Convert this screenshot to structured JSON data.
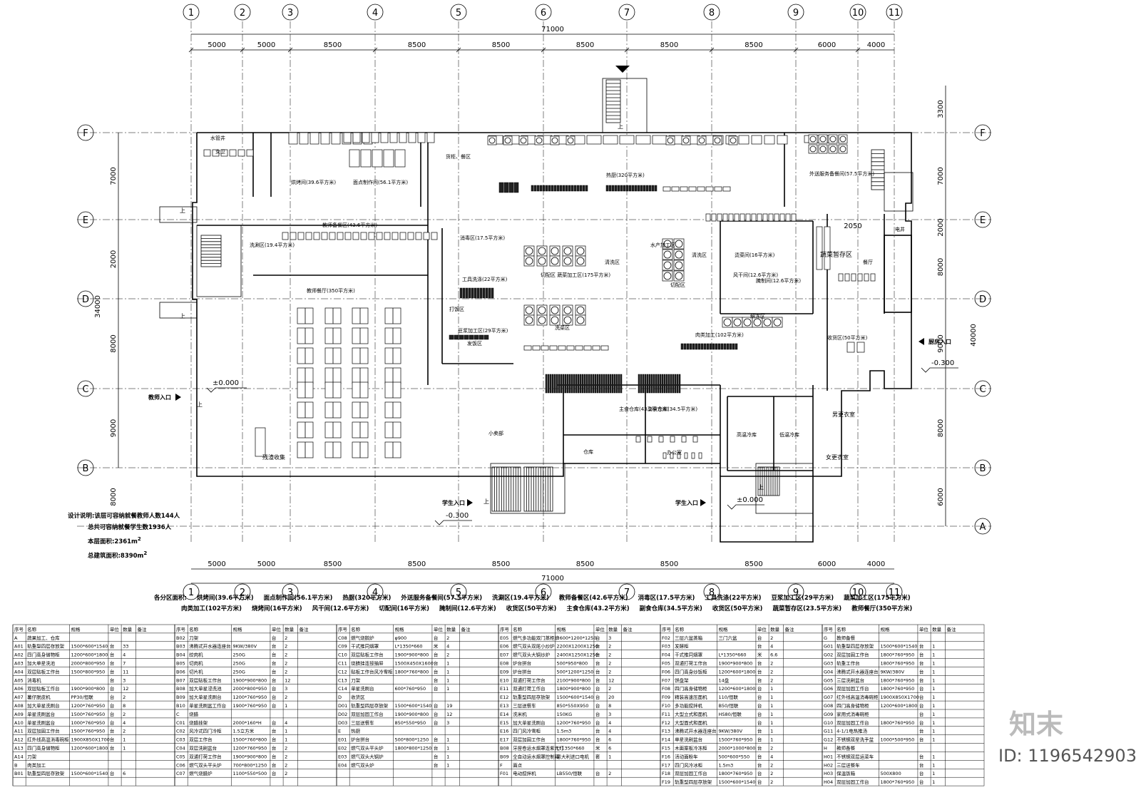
{
  "grid": {
    "columns": [
      "1",
      "2",
      "3",
      "4",
      "5",
      "6",
      "7",
      "8",
      "9",
      "10",
      "11"
    ],
    "rows": [
      "F",
      "E",
      "D",
      "C",
      "B",
      "A"
    ],
    "top_dims": [
      "5000",
      "5000",
      "8500",
      "8500",
      "8500",
      "8500",
      "8500",
      "8500",
      "6000",
      "4000"
    ],
    "total_width": "71000",
    "left_dims": [
      "7000",
      "2000",
      "8000",
      "9000",
      "8000"
    ],
    "left_total": "34000",
    "right_dims": [
      "3300",
      "7000",
      "2000",
      "8000",
      "9000",
      "8000",
      "6000"
    ],
    "right_total": "40000",
    "extra_dim": "2050"
  },
  "rooms": [
    {
      "id": "water-well",
      "label": "水管井"
    },
    {
      "id": "female-wc",
      "label": "女卫"
    },
    {
      "id": "bake",
      "label": "烘烤间(39.6平方米)"
    },
    {
      "id": "pastry",
      "label": "面点制作间(56.1平方米)"
    },
    {
      "id": "shelf-area",
      "label": "货柜、餐区"
    },
    {
      "id": "hot-kitchen",
      "label": "热厨(320平方米)"
    },
    {
      "id": "takeout-prep",
      "label": "外送服务备餐间(57.5平方米)"
    },
    {
      "id": "wash",
      "label": "洗涮区(19.4平方米)"
    },
    {
      "id": "teacher-prep",
      "label": "教师备餐区(43.6平方米)"
    },
    {
      "id": "disinfect",
      "label": "消毒区(17.5平方米)"
    },
    {
      "id": "tool-wash",
      "label": "工具洗涤(22平方米)"
    },
    {
      "id": "serve-area",
      "label": "打饭区"
    },
    {
      "id": "tofu",
      "label": "豆浆加工区(29平方米)"
    },
    {
      "id": "serve-area2",
      "label": "发饭区"
    },
    {
      "id": "veg-proc",
      "label": "切配区 蔬菜加工区(175平方米)"
    },
    {
      "id": "wash-area",
      "label": "洗菜区"
    },
    {
      "id": "clean-area",
      "label": "清洗区"
    },
    {
      "id": "aquatic",
      "label": "水产加工区"
    },
    {
      "id": "wash-area2",
      "label": "清洗区"
    },
    {
      "id": "cut-area",
      "label": "切配区"
    },
    {
      "id": "marinate",
      "label": "腌制间(12.6平方米)"
    },
    {
      "id": "cook-room",
      "label": "烫菜间(16平方米)"
    },
    {
      "id": "dry-room",
      "label": "风干间(12.6平方米)"
    },
    {
      "id": "thaw",
      "label": "解冻区"
    },
    {
      "id": "meat",
      "label": "肉类加工(102平方米)"
    },
    {
      "id": "veg-store",
      "label": "蔬菜暂存区"
    },
    {
      "id": "dining-hall",
      "label": "餐厅"
    },
    {
      "id": "elevator",
      "label": "电井"
    },
    {
      "id": "receive",
      "label": "收货区(50平方米)"
    },
    {
      "id": "teacher-hall",
      "label": "教师餐厅(350平方米)"
    },
    {
      "id": "waste",
      "label": "残渣收集"
    },
    {
      "id": "shop",
      "label": "小卖部"
    },
    {
      "id": "main-store",
      "label": "主食仓库(43.2平方米)"
    },
    {
      "id": "side-store",
      "label": "副食仓库(34.5平方米)"
    },
    {
      "id": "storage",
      "label": "仓库"
    },
    {
      "id": "office",
      "label": "办公室"
    },
    {
      "id": "hi-cold",
      "label": "高温冷库"
    },
    {
      "id": "lo-cold",
      "label": "低温冷库"
    },
    {
      "id": "male-locker",
      "label": "男更衣室"
    },
    {
      "id": "female-locker",
      "label": "女更衣室"
    }
  ],
  "entrances": {
    "teacher": "教师入口",
    "student1": "学生入口",
    "student2": "学生入口",
    "kitchen": "厨房入口",
    "up": "上"
  },
  "levels": {
    "main": "±0.000",
    "low1": "-0.300",
    "low2": "-0.300",
    "sub": "±0.000"
  },
  "notes": {
    "line1": "设计说明:该层可容纳就餐教师人数144人",
    "line2": "总共可容纳就餐学生数1936人",
    "line3": "本层面积:2361m",
    "line4": "总建筑面积:8390m",
    "sup": "2"
  },
  "summary": {
    "row1": [
      "各分区面积:",
      "烘烤间(39.6平方米)",
      "面点制作间(56.1平方米)",
      "热厨(320平方米)",
      "外送服务备餐间(57.5平方米)",
      "洗涮区(19.4平方米)",
      "教师备餐区(42.6平方米)",
      "消毒区(17.5平方米)",
      "工具洗涤(22平方米)",
      "豆浆加工区(29平方米)",
      "蔬菜加工区(175平方米)"
    ],
    "row2": [
      "肉类加工(102平方米)",
      "烧烤间(16平方米)",
      "风干间(12.6平方米)",
      "切配间(16平方米)",
      "腌制间(12.6平方米)",
      "收货区(50平方米)",
      "主食仓库(43.2平方米)",
      "副食仓库(34.5平方米)",
      "收货区(50平方米)",
      "蔬菜暂存区(23.5平方米)",
      "教师餐厅(350平方米)"
    ]
  },
  "table": {
    "headers": [
      "序号",
      "名称",
      "规格",
      "单位",
      "数量",
      "备注"
    ],
    "columns": [
      [
        [
          "A",
          "蔬果加工、仓库",
          "",
          "",
          "",
          ""
        ],
        [
          "A01",
          "轨重型四层存放架",
          "1500*600*1540",
          "台",
          "33",
          ""
        ],
        [
          "A02",
          "四门高身储物柜",
          "1200*600*1800",
          "台",
          "4",
          ""
        ],
        [
          "A03",
          "加大单星洗池",
          "2000*800*950",
          "台",
          "7",
          ""
        ],
        [
          "A04",
          "双层贴板工作台",
          "1500*800*950",
          "台",
          "11",
          ""
        ],
        [
          "A05",
          "消毒机",
          "",
          "台",
          "3",
          ""
        ],
        [
          "A06",
          "双层贴板工作台",
          "1900*900*800",
          "台",
          "12",
          ""
        ],
        [
          "A07",
          "薯仔脱皮机",
          "PP30/恒联",
          "台",
          "2",
          ""
        ],
        [
          "A08",
          "加大单星洗刷台",
          "1200*760*950",
          "台",
          "8",
          ""
        ],
        [
          "A09",
          "单星洗刷盆台",
          "1500*760*950",
          "台",
          "2",
          ""
        ],
        [
          "A10",
          "单星洗刷盆台",
          "1000*760*950",
          "台",
          "4",
          ""
        ],
        [
          "A11",
          "双层加固工作台",
          "1500*760*950",
          "台",
          "2",
          ""
        ],
        [
          "A12",
          "红外线高温消毒碗柜",
          "1900X850X1700",
          "台",
          "1",
          ""
        ],
        [
          "A13",
          "四门高身储物柜",
          "1200*600*1800",
          "台",
          "1",
          ""
        ],
        [
          "A14",
          "刀架",
          "",
          "",
          "",
          ""
        ],
        [
          "B",
          "肉类加工",
          "",
          "",
          "",
          ""
        ],
        [
          "B01",
          "轨重型四层存放架",
          "1500*600*1540",
          "台",
          "6",
          ""
        ]
      ],
      [
        [
          "B02",
          "刀架",
          "",
          "台",
          "2",
          ""
        ],
        [
          "B03",
          "沸腾式开水器连座台",
          "9KW/380V",
          "台",
          "2",
          ""
        ],
        [
          "B04",
          "绞肉机",
          "250G",
          "台",
          "2",
          ""
        ],
        [
          "B05",
          "切肉机",
          "250G",
          "台",
          "2",
          ""
        ],
        [
          "B06",
          "切片机",
          "250G",
          "台",
          "2",
          ""
        ],
        [
          "B07",
          "双层贴板工作台",
          "1900*900*800",
          "台",
          "12",
          ""
        ],
        [
          "B08",
          "加大单星浸洗池",
          "2000*800*950",
          "台",
          "3",
          ""
        ],
        [
          "B09",
          "加大单星洗刷台",
          "1200*760*950",
          "台",
          "2",
          ""
        ],
        [
          "B10",
          "单星洗刷盆工作台",
          "1900*760*950",
          "台",
          "1",
          ""
        ],
        [
          "C",
          "烧腊",
          "",
          "",
          "",
          ""
        ],
        [
          "C01",
          "烧腊挂架",
          "2000*160*H",
          "台",
          "4",
          ""
        ],
        [
          "C02",
          "风冷式四门冷柜",
          "1.5立方米",
          "台",
          "1",
          ""
        ],
        [
          "C03",
          "双层工作台",
          "1500*760*800",
          "台",
          "1",
          ""
        ],
        [
          "C04",
          "双层洗刷盆台",
          "1200*760*950",
          "台",
          "2",
          ""
        ],
        [
          "C05",
          "双通打荷工作台",
          "1900*900*800",
          "台",
          "2",
          ""
        ],
        [
          "C06",
          "燃气双头平头炉",
          "700*800*1250",
          "台",
          "2",
          ""
        ],
        [
          "C07",
          "燃气烧腊炉",
          "1100*550*500",
          "台",
          "2",
          ""
        ]
      ],
      [
        [
          "C08",
          "燃气烧鹅炉",
          "φ900",
          "台",
          "2",
          ""
        ],
        [
          "C09",
          "干式推同烟罩",
          "L*1350*660",
          "米",
          "4",
          ""
        ],
        [
          "C10",
          "双层贴板工作台",
          "1900*900*800",
          "台",
          "2",
          ""
        ],
        [
          "C11",
          "烧腊挂连接抽屉",
          "1500X450X1600",
          "台",
          "1",
          ""
        ],
        [
          "C12",
          "贴板工作台风冷雪柜",
          "1800*760*800",
          "台",
          "1",
          ""
        ],
        [
          "C13",
          "刀架",
          "",
          "台",
          "1",
          ""
        ],
        [
          "C14",
          "单星洗刷台",
          "600*760*950",
          "台",
          "1",
          ""
        ],
        [
          "D",
          "收货区",
          "",
          "",
          "",
          ""
        ],
        [
          "D01",
          "轨重型四层存放架",
          "1500*600*1540",
          "台",
          "19",
          ""
        ],
        [
          "D02",
          "双层加固工作台",
          "1900*900*800",
          "台",
          "12",
          ""
        ],
        [
          "D03",
          "三层送餐车",
          "850*550*950",
          "台",
          "3",
          ""
        ],
        [
          "E",
          "热厨",
          "",
          "",
          "",
          ""
        ],
        [
          "E01",
          "炉台拼台",
          "500*800*1250",
          "台",
          "1",
          ""
        ],
        [
          "E02",
          "燃气双头平头炉",
          "1800*800*1250",
          "台",
          "1",
          ""
        ],
        [
          "E03",
          "燃气双头大锅炉",
          "",
          "台",
          "1",
          ""
        ],
        [
          "E04",
          "燃气双头炉",
          "",
          "台",
          "1",
          ""
        ]
      ],
      [
        [
          "E05",
          "燃气多功能双门蒸柜炉",
          "1600*1200*1250",
          "台",
          "3",
          ""
        ],
        [
          "E06",
          "燃气双头双尾小炒炉",
          "2200X1200X1250",
          "台",
          "2",
          ""
        ],
        [
          "E07",
          "燃气双头大锅炒炉",
          "2400X1250X1250",
          "台",
          "2",
          ""
        ],
        [
          "E08",
          "炉台拼台",
          "500*950*800",
          "台",
          "2",
          ""
        ],
        [
          "E09",
          "炉台拼台",
          "500*1200*1250",
          "台",
          "2",
          ""
        ],
        [
          "E10",
          "双通打荷工作台",
          "2100*900*800",
          "台",
          "12",
          ""
        ],
        [
          "E11",
          "双通打荷工作台",
          "1800*900*800",
          "台",
          "2",
          ""
        ],
        [
          "E12",
          "轨重型四层存放架",
          "1500*600*1540",
          "台",
          "20",
          ""
        ],
        [
          "E13",
          "三层送餐车",
          "850*550X950",
          "台",
          "8",
          ""
        ],
        [
          "E14",
          "洗米机",
          "150KG",
          "台",
          "3",
          ""
        ],
        [
          "E15",
          "加大单星洗刷台",
          "1200*760*950",
          "台",
          "4",
          ""
        ],
        [
          "E16",
          "四门风冷雪柜",
          "1.5m3",
          "台",
          "4",
          ""
        ],
        [
          "E17",
          "双层加固工作台",
          "1800*760*950",
          "台",
          "6",
          ""
        ],
        [
          "B08",
          "牙屋卷运水烟罩连紫光灯",
          "L*1350*660",
          "米",
          "6",
          ""
        ],
        [
          "B09",
          "全自动运水烟罩控制箱",
          "意大利进口电机",
          "套",
          "1",
          ""
        ],
        [
          "F",
          "面点",
          "",
          "",
          "",
          ""
        ],
        [
          "F01",
          "电动搅拌机",
          "LB550/恒联",
          "台",
          "2",
          ""
        ]
      ],
      [
        [
          "F02",
          "三层六盆蒸箱",
          "三门六盆",
          "台",
          "2",
          ""
        ],
        [
          "F03",
          "发酵柜",
          "",
          "台",
          "4",
          ""
        ],
        [
          "F04",
          "干式推同烟罩",
          "L*1350*660",
          "米",
          "6.6",
          ""
        ],
        [
          "F05",
          "双通打荷工作台",
          "1900*900*800",
          "台",
          "2",
          ""
        ],
        [
          "F06",
          "四门高身炒饭柜",
          "1200*600*1800",
          "台",
          "2",
          ""
        ],
        [
          "F07",
          "饼盘架",
          "14盘",
          "台",
          "2",
          ""
        ],
        [
          "F08",
          "四门高身储物柜",
          "1200*600*1800",
          "台",
          "1",
          ""
        ],
        [
          "F09",
          "精装高速压面机",
          "110/恒联",
          "台",
          "1",
          ""
        ],
        [
          "F10",
          "多功能搅拌机",
          "B50/恒联",
          "台",
          "1",
          ""
        ],
        [
          "F11",
          "大型立式和面机",
          "HS80/恒联",
          "台",
          "1",
          ""
        ],
        [
          "F12",
          "大型面式和面机",
          "",
          "台",
          "1",
          ""
        ],
        [
          "F13",
          "沸腾式开水器连座台",
          "9KW/380V",
          "台",
          "1",
          ""
        ],
        [
          "F14",
          "单星洗刷盆台",
          "1500*760*950",
          "台",
          "1",
          ""
        ],
        [
          "F15",
          "木面案板冷冻柜",
          "2000*1000*800",
          "台",
          "2",
          ""
        ],
        [
          "F16",
          "活动面粉车",
          "500*600*550",
          "台",
          "4",
          ""
        ],
        [
          "F17",
          "四门风冷冰柜",
          "1.5m3",
          "台",
          "2",
          ""
        ],
        [
          "F18",
          "双层加固工作台",
          "1800*760*950",
          "台",
          "2",
          ""
        ],
        [
          "F19",
          "轨重型四层存放架",
          "1500*600*1540",
          "台",
          "2",
          ""
        ]
      ],
      [
        [
          "G",
          "教师备餐",
          "",
          "",
          "",
          ""
        ],
        [
          "G01",
          "轨重型四层存放架",
          "1500*600*1540",
          "台",
          "1",
          ""
        ],
        [
          "G02",
          "双层加固工作台",
          "1800*760*950",
          "台",
          "1",
          ""
        ],
        [
          "G03",
          "轨重工作台",
          "1800*760*950",
          "台",
          "1",
          ""
        ],
        [
          "G04",
          "沸腾式开水器连座台",
          "9KW/380V",
          "台",
          "1",
          ""
        ],
        [
          "G05",
          "三层洗刷盆台",
          "1800*760*950",
          "台",
          "1",
          ""
        ],
        [
          "G06",
          "双层加固工作台",
          "1800*760*950",
          "台",
          "1",
          ""
        ],
        [
          "G07",
          "红外线高温消毒碗柜",
          "1900X850X1700",
          "台",
          "1",
          ""
        ],
        [
          "G08",
          "四门高身储物柜",
          "1200*600*1800",
          "台",
          "1",
          ""
        ],
        [
          "G09",
          "家用式消毒碗柜",
          "",
          "台",
          "1",
          ""
        ],
        [
          "G10",
          "双层加固工作台",
          "1800*760*950",
          "台",
          "1",
          ""
        ],
        [
          "G11",
          "4-1/1电热推汤",
          "",
          "台",
          "1",
          ""
        ],
        [
          "G12",
          "不锈钢双星洗手盆",
          "1000*500*950",
          "台",
          "1",
          ""
        ],
        [
          "H",
          "教师备餐",
          "",
          "",
          "",
          ""
        ],
        [
          "H01",
          "不锈钢双层运菜车",
          "",
          "台",
          "1",
          ""
        ],
        [
          "H02",
          "三层送餐车",
          "",
          "台",
          "1",
          ""
        ],
        [
          "H03",
          "保温饭箱",
          "500X800",
          "台",
          "1",
          ""
        ],
        [
          "H04",
          "双层加固工作台",
          "1800*760*950",
          "台",
          "1",
          ""
        ]
      ]
    ]
  },
  "brand": {
    "logo": "知末",
    "id_text": "ID: 1196542903"
  }
}
